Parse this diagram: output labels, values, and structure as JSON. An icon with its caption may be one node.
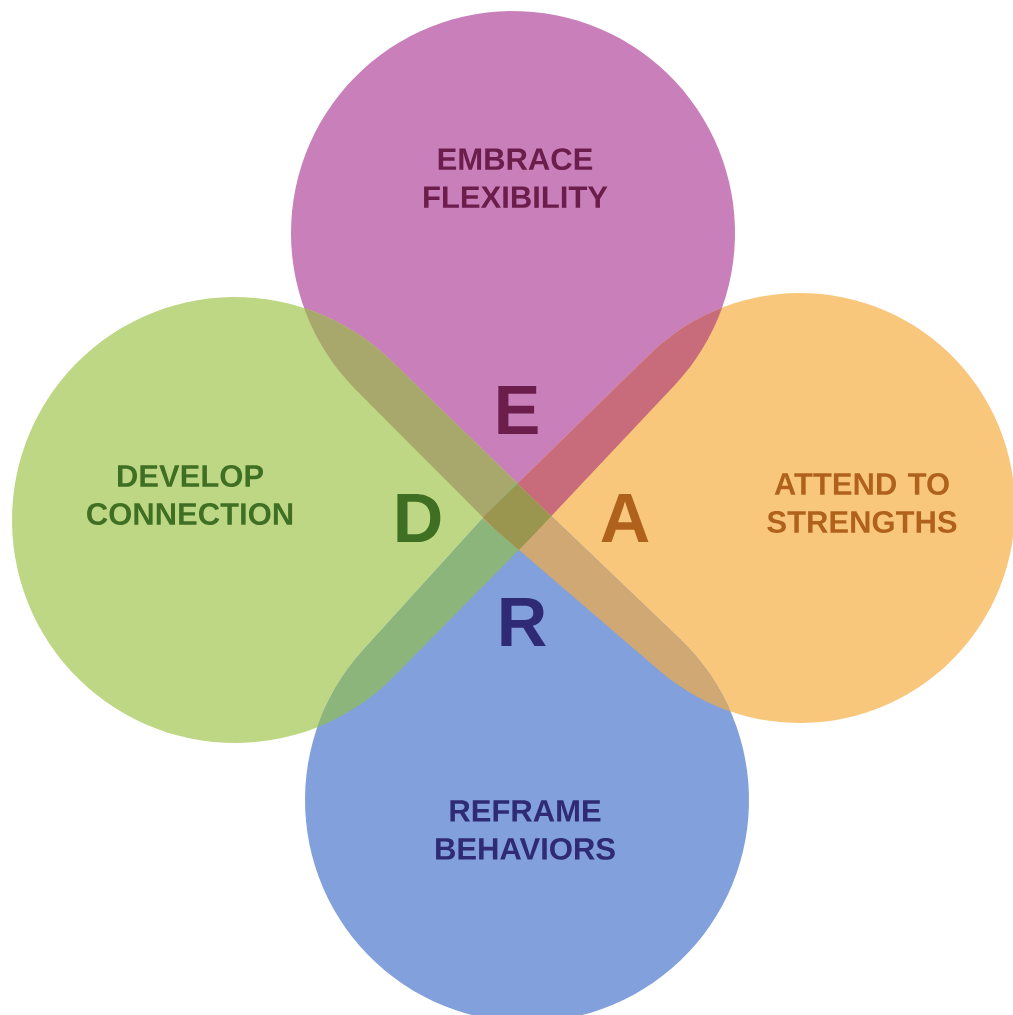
{
  "diagram": {
    "nodes": [
      {
        "text": [
          "EMBRACE FLEXIBILITY",
          "E"
        ]
      },
      {
        "text": [
          "DEVELOP CONNECTION",
          "D"
        ]
      },
      {
        "text": [
          "A",
          "ATTEND TO STRENGTHS"
        ]
      },
      {
        "text": [
          "R",
          "REFRAME BEHAVIORS"
        ]
      }
    ]
  }
}
